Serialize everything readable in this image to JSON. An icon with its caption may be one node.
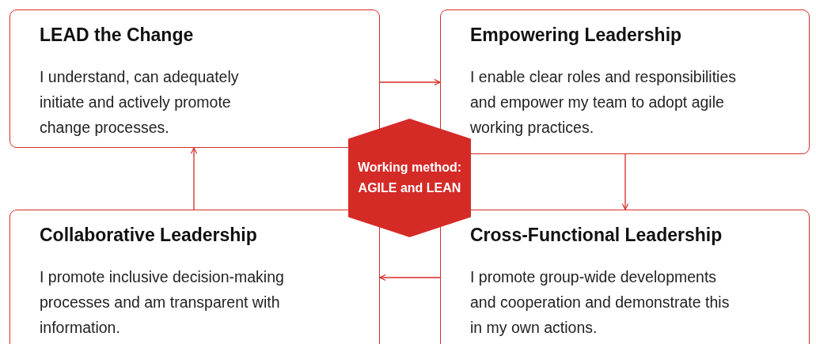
{
  "diagram": {
    "nodes": [
      {
        "text": [
          "LEAD the Change",
          "I understand, can adequately initiate and actively promote change processes."
        ]
      },
      {
        "text": [
          "Empowering Leadership",
          "I enable clear roles and responsibilities and empower my team to adopt agile working practices."
        ]
      },
      {
        "text": [
          "Collaborative Leadership",
          "I promote inclusive decision-making processes and am transparent with information."
        ]
      },
      {
        "text": [
          "Cross-Functional Leadership",
          "I promote group-wide developments and cooperation and demonstrate this in my own actions."
        ]
      },
      {
        "text": [
          "Working method: AGILE and LEAN"
        ]
      }
    ],
    "edges": [
      {
        "from": 0,
        "to": 1,
        "arrow": "to"
      },
      {
        "from": 1,
        "to": 3,
        "arrow": "to"
      },
      {
        "from": 3,
        "to": 2,
        "arrow": "to"
      },
      {
        "from": 2,
        "to": 0,
        "arrow": "to"
      }
    ]
  }
}
